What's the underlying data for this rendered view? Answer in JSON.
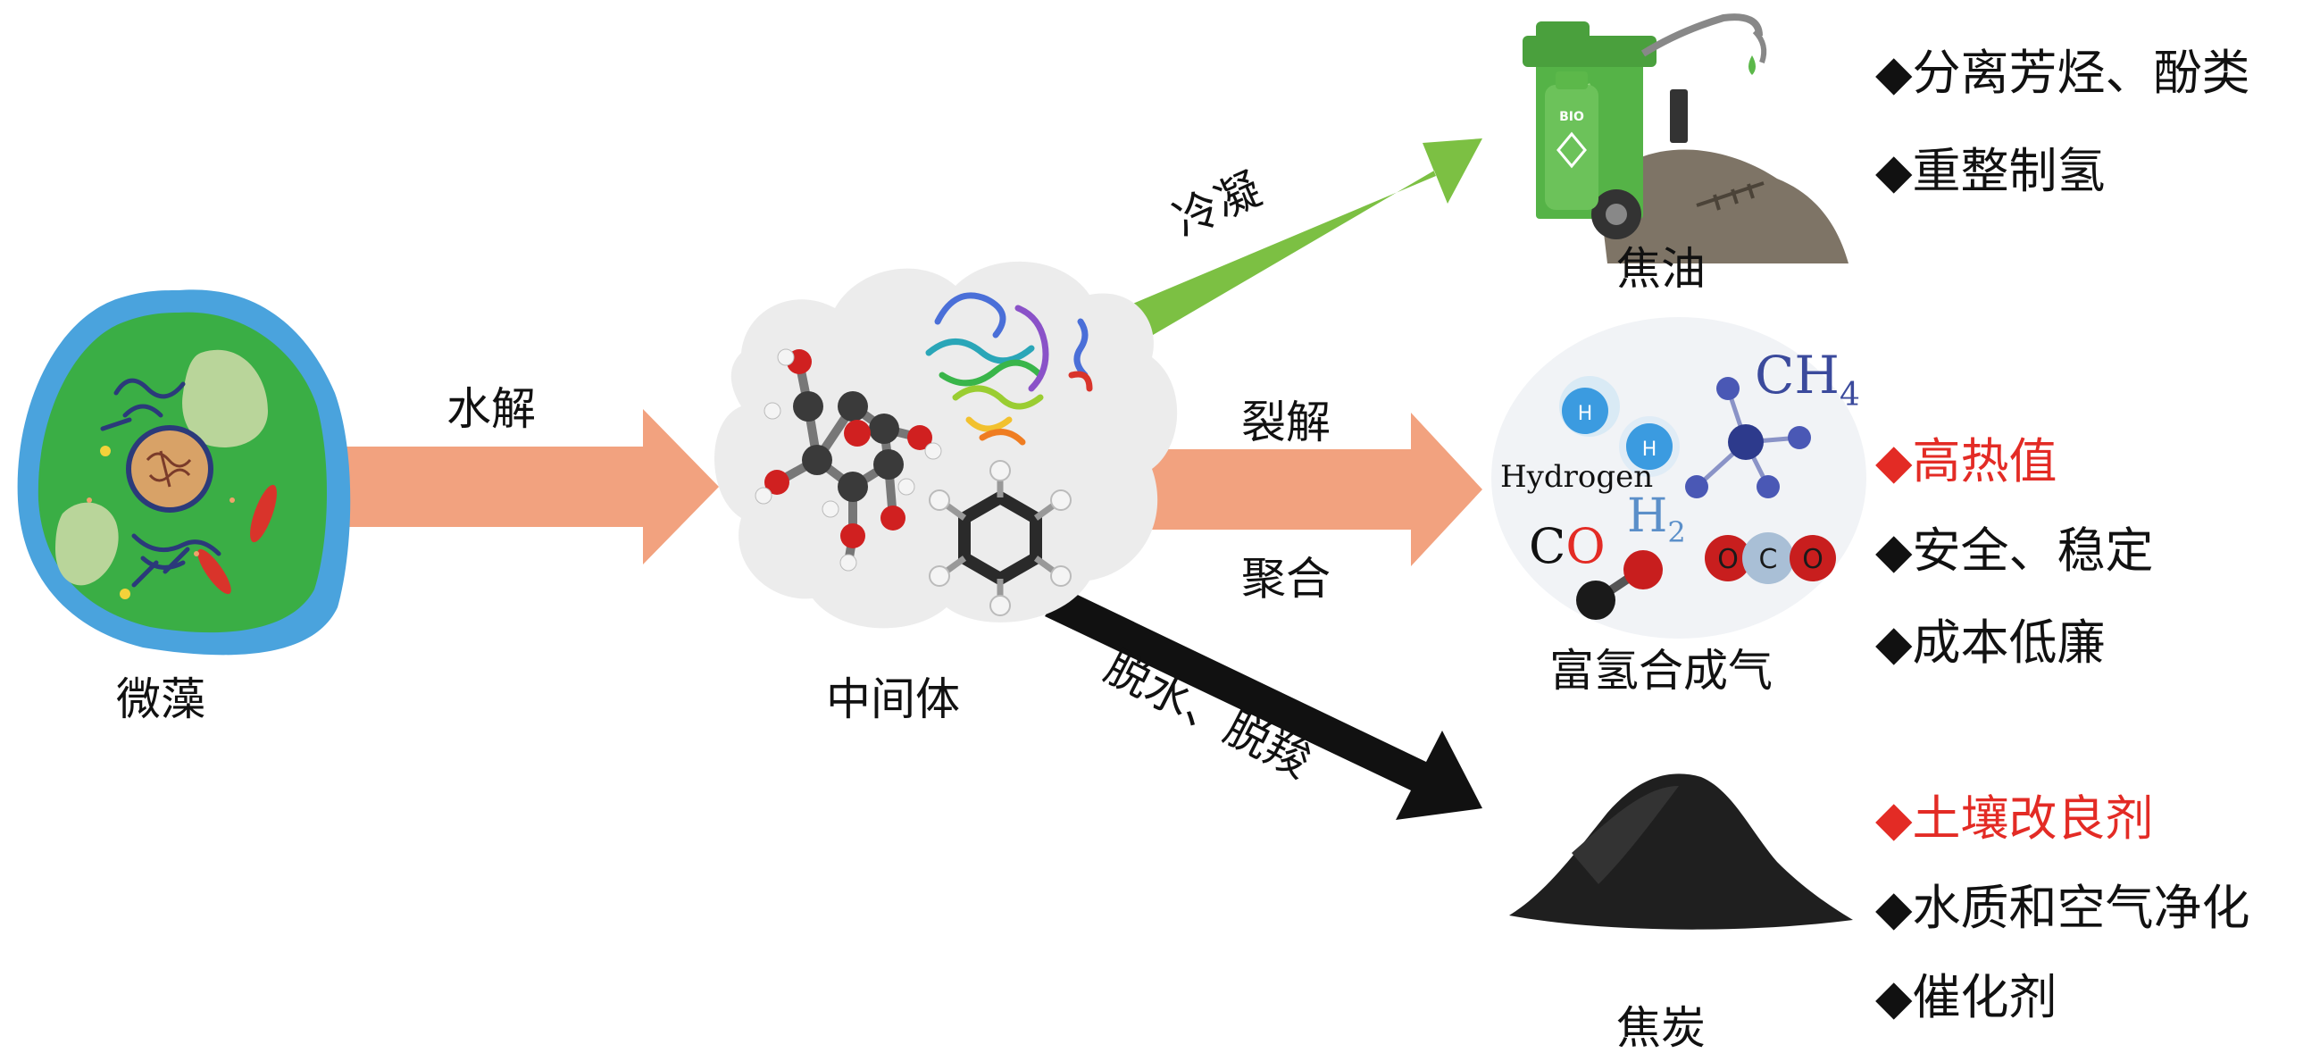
{
  "nodes": {
    "microalgae": "微藻",
    "intermediate": "中间体",
    "tar": "焦油",
    "syngas": "富氢合成气",
    "char": "焦炭"
  },
  "edges": {
    "hydrolysis": "水解",
    "condensation": "冷凝",
    "cracking": "裂解",
    "polymerization": "聚合",
    "dehydration": "脱水、脱羧"
  },
  "tar_uses": [
    {
      "text": "分离芳烃、酚类",
      "color": "#111111"
    },
    {
      "text": "重整制氢",
      "color": "#111111"
    }
  ],
  "syngas_uses": [
    {
      "text": "高热值",
      "color": "#e32b25"
    },
    {
      "text": "安全、稳定",
      "color": "#111111"
    },
    {
      "text": "成本低廉",
      "color": "#111111"
    }
  ],
  "char_uses": [
    {
      "text": "土壤改良剂",
      "color": "#e32b25"
    },
    {
      "text": "水质和空气净化",
      "color": "#111111"
    },
    {
      "text": "催化剂",
      "color": "#111111"
    }
  ],
  "bullet_symbol": "◆",
  "gas_labels": {
    "hydrogen": "Hydrogen",
    "ch4": "CH",
    "ch4_sub": "4",
    "h2": "H",
    "h2_sub": "2",
    "co_c": "C",
    "co_o": "O"
  },
  "can_label": "BIO",
  "colors": {
    "orange_arrow": "#f2a27f",
    "green_arrow": "#7cc043",
    "black_arrow": "#111111",
    "red_text": "#e32b25",
    "blue_formula": "#3b4a9c",
    "cell_green": "#3aae45",
    "cell_blue": "#4aa3dd"
  }
}
